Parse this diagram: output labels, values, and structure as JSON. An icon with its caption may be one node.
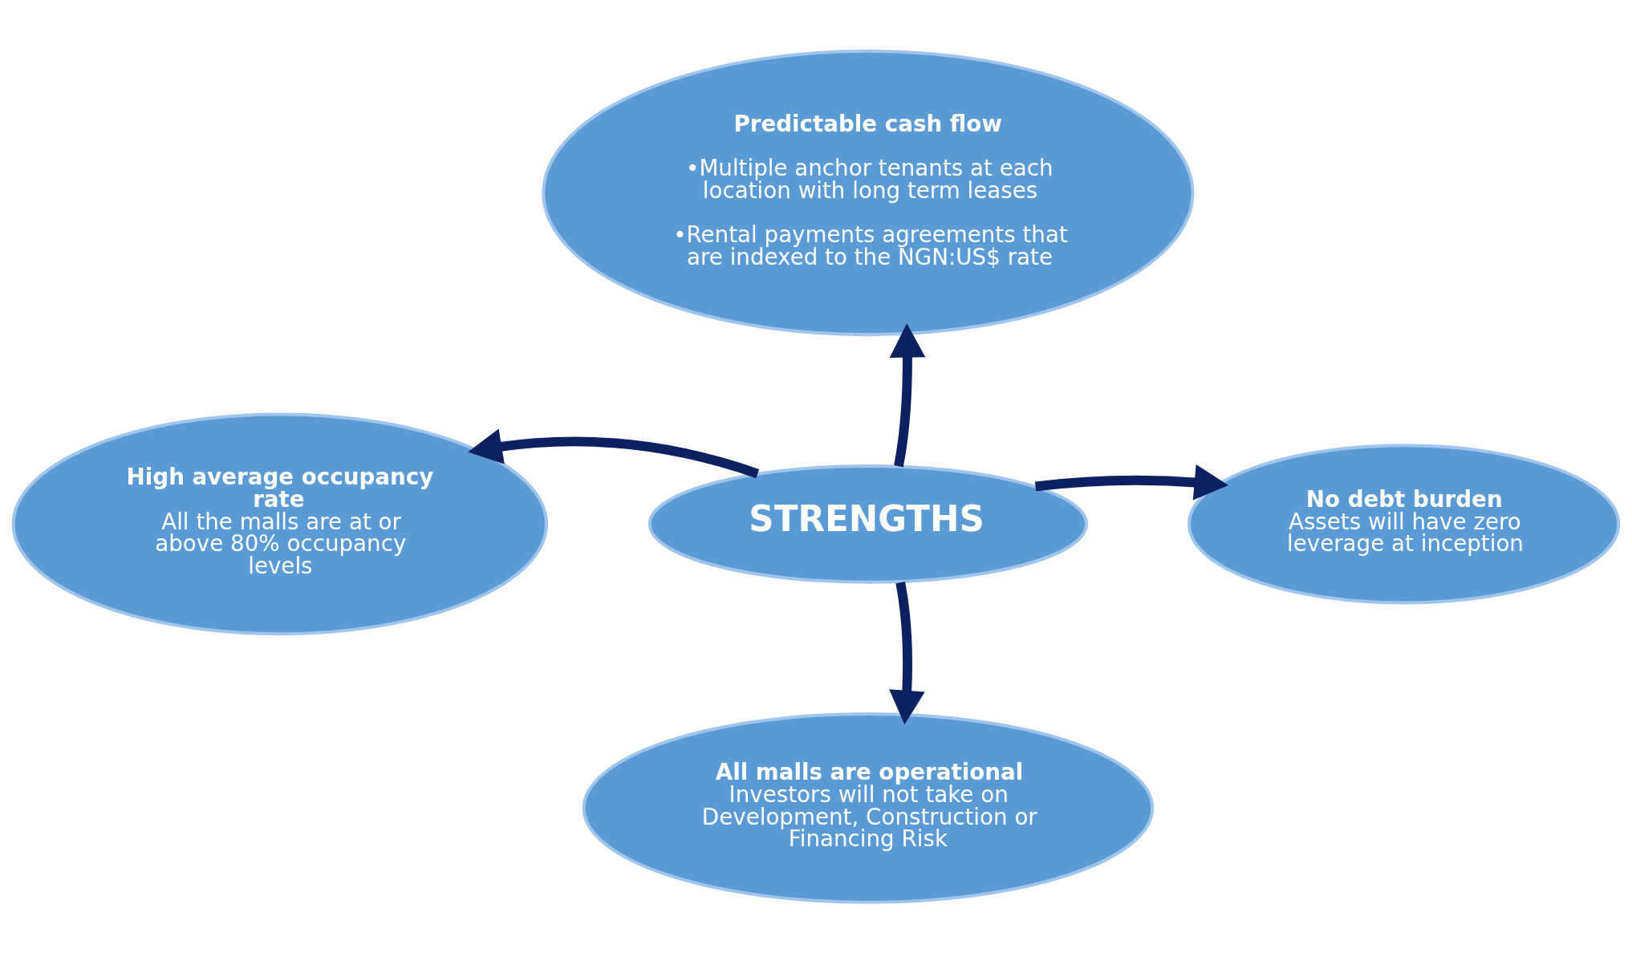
{
  "diagram": {
    "nodes": [
      {
        "text": [
          "STRENGTHS"
        ]
      },
      {
        "text": [
          "Predictable cash flow",
          "•Multiple anchor tenants at each location with long term leases",
          "•Rental payments agreements that are indexed to the NGN:US$ rate"
        ]
      },
      {
        "text": [
          "High average occupancy rate",
          "All the malls are at or above 80% occupancy levels"
        ]
      },
      {
        "text": [
          "No debt burden",
          "Assets will have zero leverage at inception"
        ]
      },
      {
        "text": [
          "All malls are operational",
          "Investors will not take on Development, Construction or Financing Risk"
        ]
      }
    ],
    "edges": [
      {
        "from": 0,
        "to": 1,
        "arrow": "to"
      },
      {
        "from": 0,
        "to": 2,
        "arrow": "to"
      },
      {
        "from": 0,
        "to": 3,
        "arrow": "to"
      },
      {
        "from": 0,
        "to": 4,
        "arrow": "to"
      }
    ]
  }
}
